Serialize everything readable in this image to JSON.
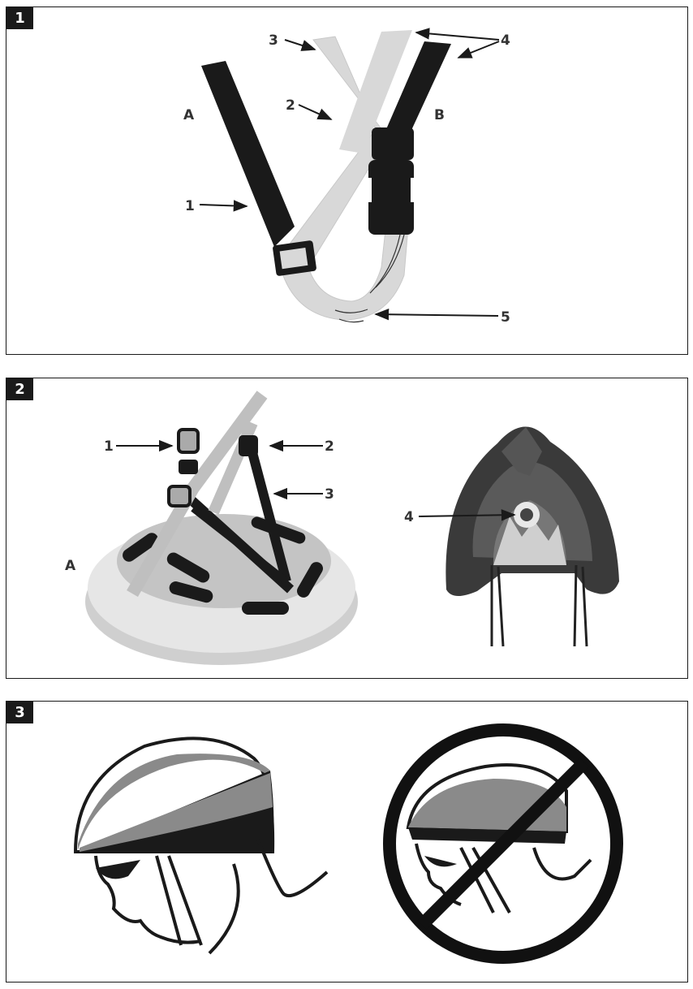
{
  "figures": [
    {
      "number": "1",
      "labels": {
        "a": "A",
        "b": "B",
        "n1": "1",
        "n2": "2",
        "n3": "3",
        "n4": "4",
        "n5": "5"
      }
    },
    {
      "number": "2",
      "labels": {
        "a": "A",
        "n1": "1",
        "n2": "2",
        "n3": "3",
        "n4": "4"
      }
    },
    {
      "number": "3",
      "labels": {}
    }
  ],
  "colors": {
    "dark": "#1a1a1a",
    "strap_light": "#d8d8d8",
    "helmet_grey": "#8a8a8a",
    "prohibition": "#111111"
  }
}
